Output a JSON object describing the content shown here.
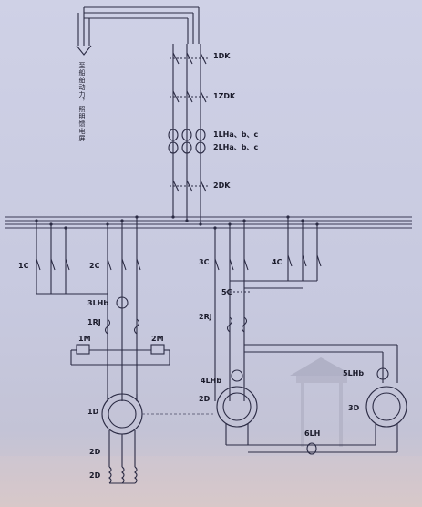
{
  "labels": {
    "dk1": "1DK",
    "zdk1": "1ZDK",
    "lha1": "1LHa、b、c",
    "lha2": "2LHa、b、c",
    "dk2": "2DK",
    "c1": "1C",
    "c2": "2C",
    "c3": "3C",
    "c4": "4C",
    "c5": "5C",
    "lhb3": "3LHb",
    "rj1": "1RJ",
    "rj2": "2RJ",
    "m1": "1M",
    "m2": "2M",
    "lhb4": "4LHb",
    "lhb5": "5LHb",
    "d1": "1D",
    "d2": "2D",
    "d3": "3D",
    "lh6": "6LH",
    "d2b": "2D",
    "d2c": "2D"
  },
  "vertical_text": "至船舶动力，照明馈电屏",
  "colors": {
    "background": "#c9cbe0",
    "line": "#2b2b44"
  }
}
